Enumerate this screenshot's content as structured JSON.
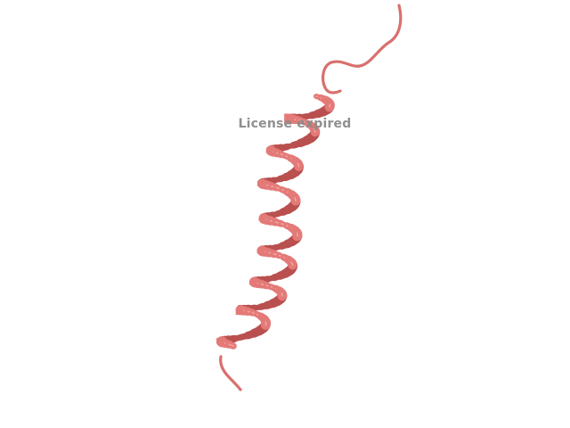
{
  "viewer": {
    "watermark_text": "License expired",
    "structure": {
      "representation": "cartoon",
      "secondary_structure": "alpha-helix",
      "ribbon_color": "#e47a78",
      "ribbon_shade_color": "#b9504f",
      "coil_color": "#d8706e"
    }
  }
}
